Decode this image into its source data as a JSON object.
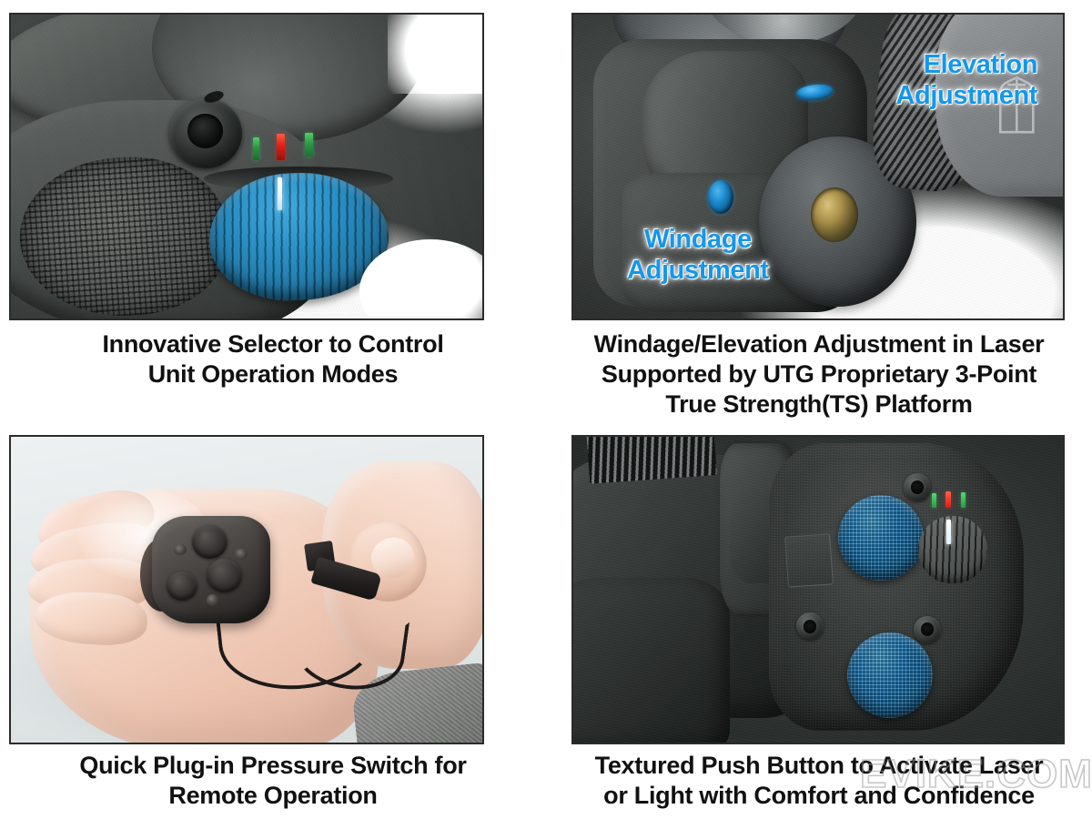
{
  "page": {
    "brand_watermark": "EVIKE.COM",
    "background_color": "#ffffff"
  },
  "colors": {
    "caption_text": "#111111",
    "annotation_blue": "#1597e8",
    "annotation_glow": "#ffffff",
    "button_blue": "#2289cf",
    "dial_blue": "#1683bd",
    "led_green": "#2d9442",
    "led_red": "#e01f16",
    "panel_border": "#2b2b2b",
    "watermark_gray": "#969696"
  },
  "panels": [
    {
      "id": "panel-selector",
      "position": "top-left",
      "caption": "Innovative Selector to Control\nUnit Operation Modes",
      "image_alt": "Close-up of black laser/light unit showing blue ribbed mode selector dial, red and green LED indicator marks and textured grip pad",
      "annotations": [],
      "parts": [
        {
          "name": "mode-selector-dial",
          "color": "#1683bd"
        },
        {
          "name": "selector-index-mark",
          "color": "#ffffff"
        },
        {
          "name": "led-indicator-green-left",
          "color": "#2d9442"
        },
        {
          "name": "led-indicator-red",
          "color": "#e01f16"
        },
        {
          "name": "led-indicator-green-right",
          "color": "#2d9442"
        },
        {
          "name": "emitter-port",
          "color": "#0c0e0d"
        },
        {
          "name": "textured-grip-pad",
          "color": "#3c403e"
        }
      ]
    },
    {
      "id": "panel-adjustment",
      "position": "top-right",
      "caption": "Windage/Elevation Adjustment in Laser\nSupported by UTG Proprietary 3-Point\nTrue Strength(TS) Platform",
      "image_alt": "Close-up of laser mount showing blue-anodized windage and elevation adjustment screws on a gray and black housing with knurled ring and engraved UTG logo",
      "annotations": [
        {
          "name": "elevation-adjustment-label",
          "text": "Elevation\nAdjustment",
          "color": "#1597e8"
        },
        {
          "name": "windage-adjustment-label",
          "text": "Windage\nAdjustment",
          "color": "#1597e8"
        }
      ],
      "parts": [
        {
          "name": "elevation-adjustment-screw",
          "color": "#2091d6"
        },
        {
          "name": "windage-adjustment-screw",
          "color": "#1b86c9"
        },
        {
          "name": "brass-port",
          "color": "#a9904a"
        },
        {
          "name": "knurled-ring",
          "color": "#3a3e3f"
        },
        {
          "name": "utg-logo-engraving",
          "color": "#cfd3d3"
        }
      ]
    },
    {
      "id": "panel-pressure-switch",
      "position": "bottom-left",
      "caption": "Quick Plug-in Pressure Switch for\nRemote Operation",
      "image_alt": "Open hand holding the compact laser/light unit with its black remote pressure switch cable, a second hand holding the plug connector",
      "annotations": [],
      "parts": [
        {
          "name": "open-hand",
          "color": "#f6d9c9"
        },
        {
          "name": "compact-device",
          "color": "#4b4744"
        },
        {
          "name": "remote-cable",
          "color": "#1d1b1a"
        },
        {
          "name": "plug-connector",
          "color": "#201e1d"
        },
        {
          "name": "gray-sleeve",
          "color": "#7f817f"
        }
      ]
    },
    {
      "id": "panel-push-button",
      "position": "bottom-right",
      "caption": "Textured Push Button to Activate Laser\nor Light with Comfort and Confidence",
      "image_alt": "Close-up of black unit head with two round blue textured push buttons, hex screws, mode selector and green/red/green LED indicators",
      "annotations": [],
      "parts": [
        {
          "name": "push-button-upper",
          "color": "#2289cf"
        },
        {
          "name": "push-button-lower",
          "color": "#2289cf"
        },
        {
          "name": "hex-screw-top-right",
          "color": "#3d4240"
        },
        {
          "name": "hex-screw-bottom-left",
          "color": "#3d4240"
        },
        {
          "name": "hex-screw-bottom-right",
          "color": "#3d4240"
        },
        {
          "name": "mode-selector-dial",
          "color": "#343938"
        },
        {
          "name": "led-indicator-green-left",
          "color": "#2d9442"
        },
        {
          "name": "led-indicator-red",
          "color": "#e01f16"
        },
        {
          "name": "led-indicator-green-right",
          "color": "#2d9442"
        },
        {
          "name": "picatinny-rail",
          "color": "#2a2e2d"
        }
      ]
    }
  ]
}
